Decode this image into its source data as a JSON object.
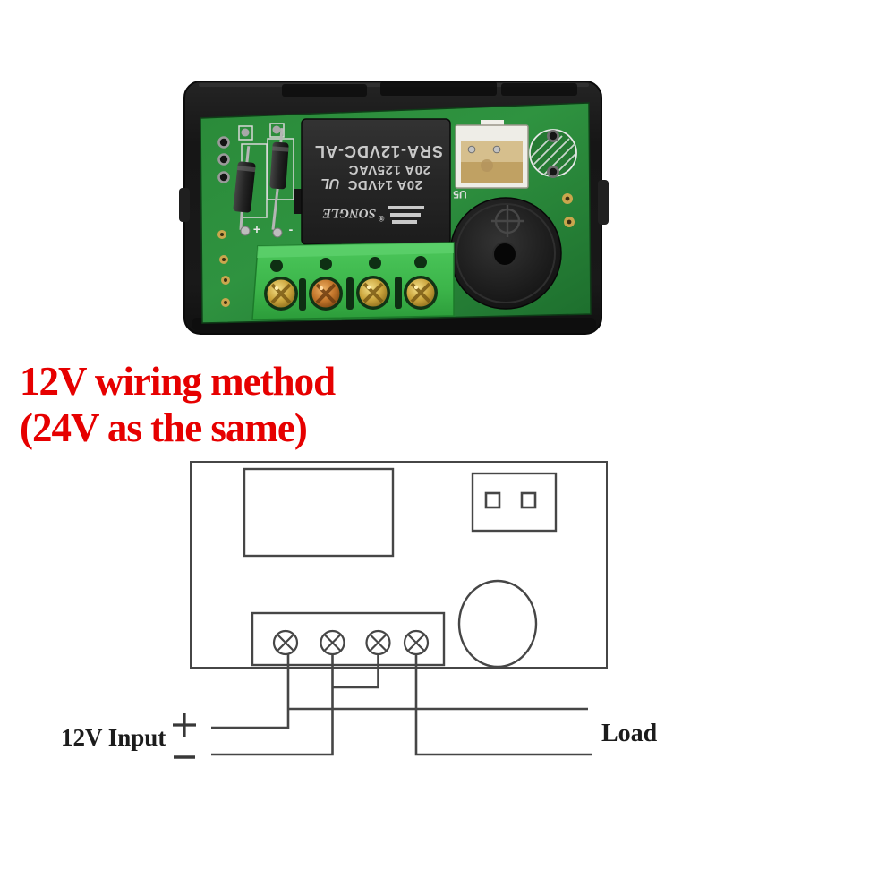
{
  "title": {
    "line1": "12V wiring method",
    "line2": "(24V as the same)",
    "color": "#e60000"
  },
  "photo": {
    "description": "top view of thermostat relay module PCB in black case",
    "relay": {
      "model": "SRA-12VDC-AL",
      "rating_ac": "20A 125VAC",
      "rating_dc": "20A 14VDC",
      "ul_mark": "UL",
      "brand": "SONGLE",
      "registered_mark": "®"
    },
    "silkscreen": {
      "u5": "U5",
      "plus": "+",
      "minus": "-"
    },
    "icons": {
      "buzzer_plus": "plus-in-circle",
      "terminal_screws": "phillips-screw",
      "connector": "2-pin-jst-header"
    }
  },
  "diagram": {
    "labels": {
      "input": "12V Input",
      "load": "Load"
    },
    "icons": {
      "plus": "plus-symbol",
      "minus": "minus-symbol",
      "terminal": "circle-with-x"
    },
    "line_color": "#464646"
  },
  "colors": {
    "accent_red": "#e60000",
    "pcb_green": "#2e8f3e",
    "terminal_green": "#3fbf50",
    "case_black": "#1a1a1a",
    "relay_black": "#272727",
    "screw_gold": "#caa43c",
    "wire_gray": "#464646"
  }
}
